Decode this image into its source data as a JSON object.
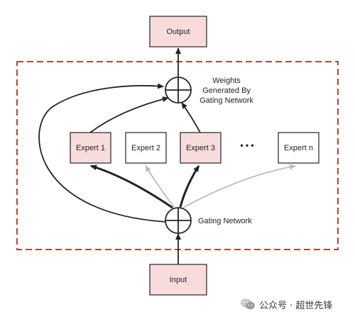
{
  "diagram": {
    "nodes": {
      "output": "Output",
      "input": "Input",
      "expert1": "Expert 1",
      "expert2": "Expert 2",
      "expert3": "Expert 3",
      "expertn": "Expert n",
      "ellipsis": "• • •"
    },
    "annotations": {
      "weights_line1": "Weights",
      "weights_line2": "Generated By",
      "weights_line3": "Gating Network",
      "gating_network": "Gating Network"
    },
    "colors": {
      "highlight_fill": "#f8dcdc",
      "box_stroke": "#333333",
      "dashed_border": "#b5452f",
      "active_arrow": "#222222",
      "inactive_arrow": "#bcbcbc"
    },
    "active_experts": [
      "Expert 1",
      "Expert 3"
    ]
  },
  "watermark": {
    "icon": "wechat-official-account-icon",
    "text": "公众号 · 超世先锋"
  }
}
